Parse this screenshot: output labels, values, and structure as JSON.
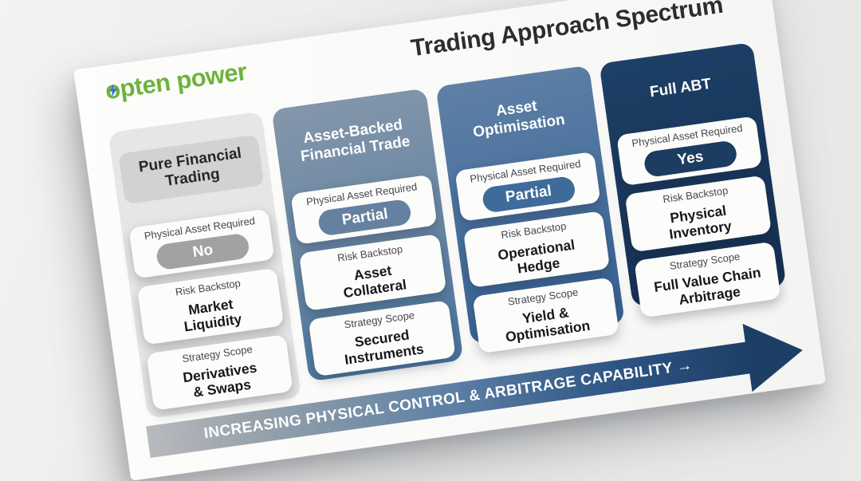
{
  "logo": {
    "first_letter": "o",
    "rest": "pten power"
  },
  "title": "Trading Approach Spectrum",
  "columns": [
    {
      "title": "Pure Financial\nTrading",
      "cards": [
        {
          "label": "Physical Asset Required",
          "pill": "No"
        },
        {
          "label": "Risk Backstop",
          "value": "Market\nLiquidity"
        },
        {
          "label": "Strategy Scope",
          "value": "Derivatives\n& Swaps"
        }
      ]
    },
    {
      "title": "Asset-Backed\nFinancial Trade",
      "cards": [
        {
          "label": "Physical Asset Required",
          "pill": "Partial"
        },
        {
          "label": "Risk Backstop",
          "value": "Asset\nCollateral"
        },
        {
          "label": "Strategy Scope",
          "value": "Secured\nInstruments"
        }
      ]
    },
    {
      "title": "Asset\nOptimisation",
      "cards": [
        {
          "label": "Physical Asset Required",
          "pill": "Partial"
        },
        {
          "label": "Risk Backstop",
          "value": "Operational\nHedge"
        },
        {
          "label": "Strategy Scope",
          "value": "Yield &\nOptimisation"
        }
      ]
    },
    {
      "title": "Full ABT",
      "cards": [
        {
          "label": "Physical Asset Required",
          "pill": "Yes"
        },
        {
          "label": "Risk Backstop",
          "value": "Physical\nInventory"
        },
        {
          "label": "Strategy Scope",
          "value": "Full Value Chain\nArbitrage"
        }
      ]
    }
  ],
  "arrow": {
    "label": "INCREASING PHYSICAL CONTROL & ARBITRAGE CAPABILITY →"
  },
  "icons": {
    "lightning_bolt": "lightning-bolt-icon"
  },
  "theme": {
    "brand_green": "#6db33d",
    "bolt_blue": "#3a6fc9",
    "ink": "#2c2c33",
    "col1_bg": "#e6e6e4",
    "col1_header_bg": "#d2d2d0",
    "col2_top": "#8496aa",
    "col2_bottom": "#4b759f",
    "col3_top": "#5f80a6",
    "col3_bottom": "#366093",
    "col4_top": "#1d4066",
    "col4_bottom": "#152f52",
    "pill_gray": "#a2a2a2",
    "pill_slate": "#64819f",
    "pill_blue": "#3f6b9b",
    "pill_navy": "#1c3c61",
    "arrow_gray": "#b8babd",
    "arrow_navy": "#1d3f66"
  }
}
